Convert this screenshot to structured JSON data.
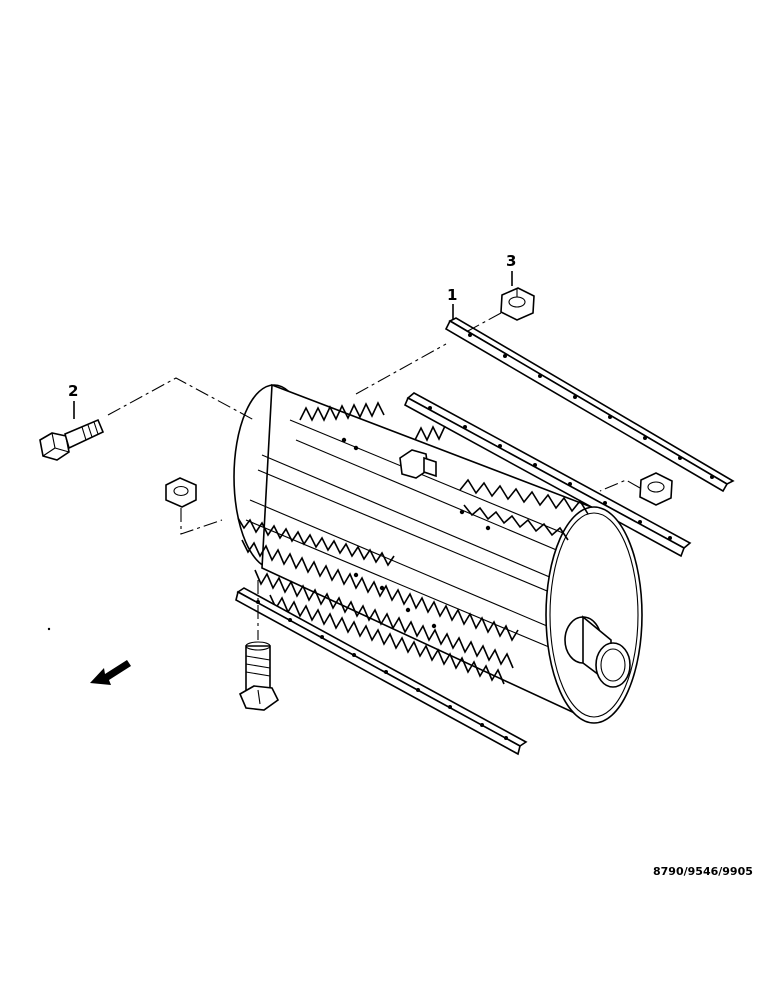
{
  "callouts": [
    {
      "number": "1",
      "part": "knife-strip"
    },
    {
      "number": "2",
      "part": "bolt"
    },
    {
      "number": "3",
      "part": "nut"
    }
  ],
  "drawing_ref": "8790/9546/9905",
  "direction_arrow": "arrow-icon"
}
